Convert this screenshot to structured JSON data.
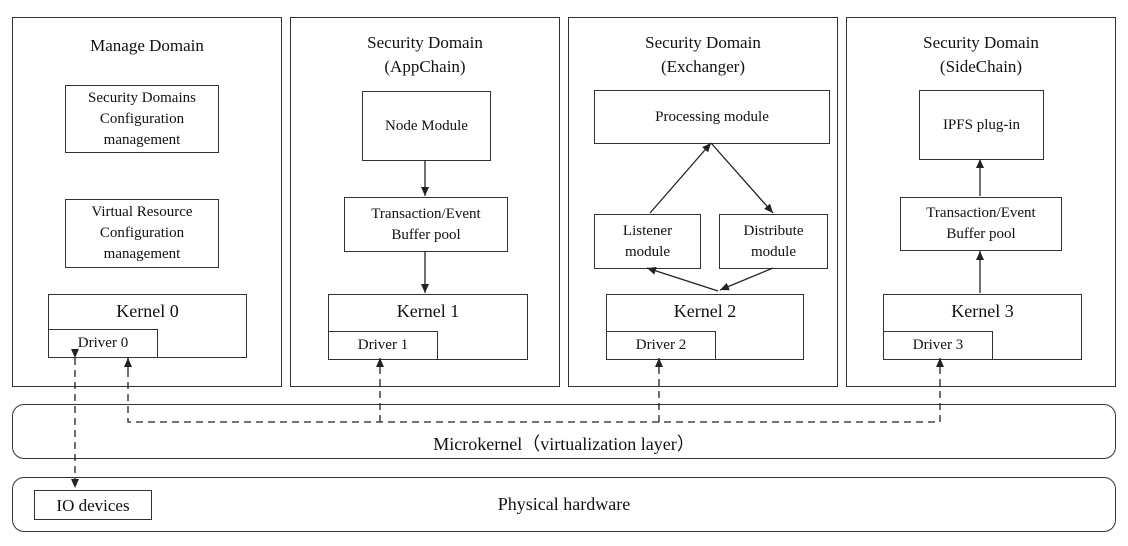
{
  "domains": {
    "manage": {
      "title": "Manage Domain",
      "security_config": [
        "Security Domains",
        "Configuration",
        "management"
      ],
      "virtual_config": [
        "Virtual Resource",
        "Configuration",
        "management"
      ],
      "kernel": "Kernel 0",
      "driver": "Driver 0"
    },
    "appchain": {
      "title": [
        "Security Domain",
        "(AppChain)"
      ],
      "node_module": "Node Module",
      "buffer": [
        "Transaction/Event",
        "Buffer pool"
      ],
      "kernel": "Kernel 1",
      "driver": "Driver 1"
    },
    "exchanger": {
      "title": [
        "Security Domain",
        "(Exchanger)"
      ],
      "processing": "Processing module",
      "listener": [
        "Listener",
        "module"
      ],
      "distribute": [
        "Distribute",
        "module"
      ],
      "kernel": "Kernel 2",
      "driver": "Driver 2"
    },
    "sidechain": {
      "title": [
        "Security Domain",
        "(SideChain)"
      ],
      "ipfs": "IPFS plug-in",
      "buffer": [
        "Transaction/Event",
        "Buffer pool"
      ],
      "kernel": "Kernel 3",
      "driver": "Driver 3"
    }
  },
  "microkernel": "Microkernel（virtualization layer）",
  "physical": {
    "label": "Physical hardware",
    "io_devices": "IO devices"
  }
}
